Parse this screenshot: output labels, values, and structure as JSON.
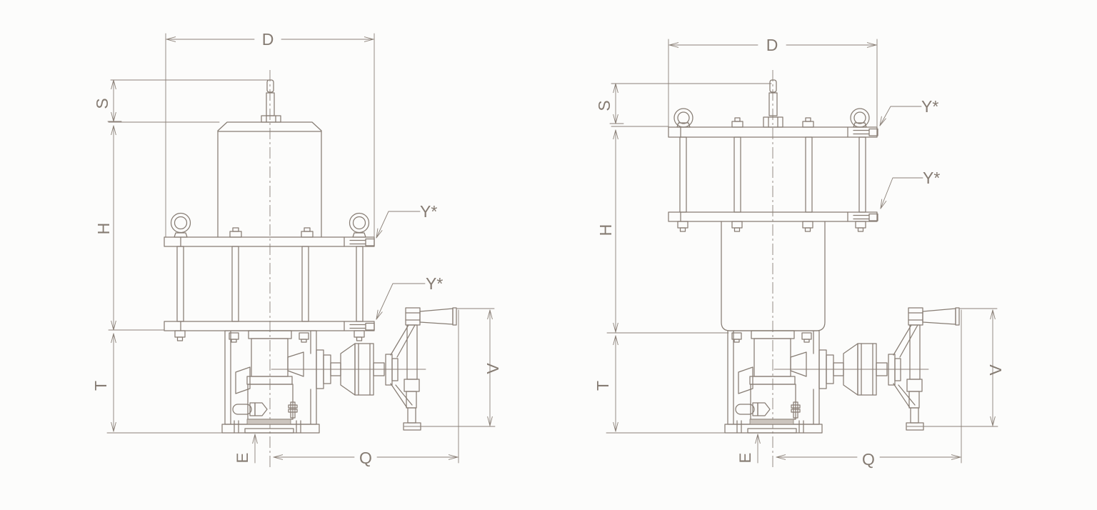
{
  "page": {
    "background": "#fcfcfb"
  },
  "drawing": {
    "type": "engineering-dimension-drawing",
    "line_color": "#877d74",
    "dim_color": "#8b8178",
    "views": [
      {
        "name": "actuator-stem-extended-view",
        "dim_labels": {
          "D": "D",
          "S": "S",
          "H": "H",
          "T": "T",
          "E": "E",
          "Q": "Q",
          "V": "V"
        },
        "callouts": {
          "y_top": "Y*",
          "y_bottom": "Y*"
        }
      },
      {
        "name": "actuator-stem-retracted-view",
        "dim_labels": {
          "D": "D",
          "S": "S",
          "H": "H",
          "T": "T",
          "E": "E",
          "Q": "Q",
          "V": "V"
        },
        "callouts": {
          "y_top": "Y*",
          "y_bottom": "Y*"
        }
      }
    ]
  }
}
